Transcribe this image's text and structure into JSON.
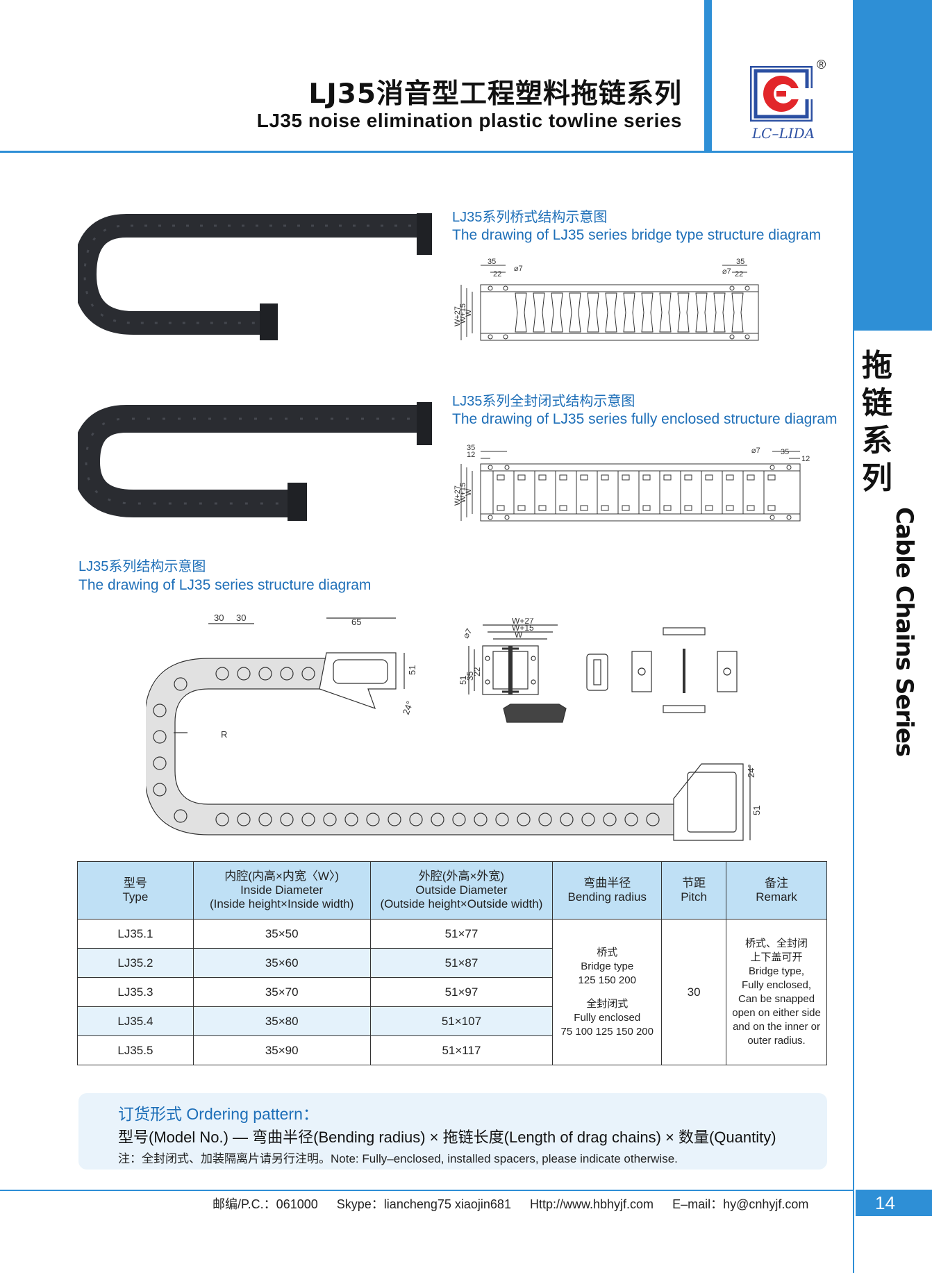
{
  "header": {
    "title_zh": "LJ35消音型工程塑料拖链系列",
    "title_en": "LJ35 noise elimination plastic towline series",
    "logo_text": "LC–LIDA",
    "registered": "®"
  },
  "side": {
    "zh_chars": [
      "拖",
      "链",
      "系",
      "列"
    ],
    "en": "Cable Chains Series"
  },
  "diagrams": {
    "bridge_zh": "LJ35系列桥式结构示意图",
    "bridge_en": "The drawing of LJ35 series bridge type structure diagram",
    "enclosed_zh": "LJ35系列全封闭式结构示意图",
    "enclosed_en": "The drawing of LJ35 series fully enclosed structure diagram",
    "structure_zh": "LJ35系列结构示意图",
    "structure_en": "The drawing of LJ35 series structure diagram",
    "dims": {
      "d35": "35",
      "d22": "22",
      "d12": "12",
      "phi7": "⌀7",
      "w27": "W+27",
      "w15": "W+15",
      "w": "W",
      "d30": "30",
      "d65": "65",
      "d51": "51",
      "a24": "24°",
      "r": "R"
    }
  },
  "table": {
    "headers": [
      {
        "zh": "型号",
        "en": "Type",
        "en2": ""
      },
      {
        "zh": "内腔(内高×内宽〈W〉)",
        "en": "Inside Diameter",
        "en2": "(Inside height×Inside width)"
      },
      {
        "zh": "外腔(外高×外宽)",
        "en": "Outside Diameter",
        "en2": "(Outside height×Outside width)"
      },
      {
        "zh": "弯曲半径",
        "en": "Bending radius",
        "en2": ""
      },
      {
        "zh": "节距",
        "en": "Pitch",
        "en2": ""
      },
      {
        "zh": "备注",
        "en": "Remark",
        "en2": ""
      }
    ],
    "rows": [
      {
        "type": "LJ35.1",
        "inside": "35×50",
        "outside": "51×77"
      },
      {
        "type": "LJ35.2",
        "inside": "35×60",
        "outside": "51×87"
      },
      {
        "type": "LJ35.3",
        "inside": "35×70",
        "outside": "51×97"
      },
      {
        "type": "LJ35.4",
        "inside": "35×80",
        "outside": "51×107"
      },
      {
        "type": "LJ35.5",
        "inside": "35×90",
        "outside": "51×117"
      }
    ],
    "bending": {
      "bridge_zh": "桥式",
      "bridge_en": "Bridge type",
      "bridge_vals": "125 150 200",
      "enclosed_zh": "全封闭式",
      "enclosed_en": "Fully enclosed",
      "enclosed_vals": "75 100 125 150 200"
    },
    "pitch": "30",
    "remark": [
      "桥式、全封闭",
      "上下盖可开",
      "Bridge type,",
      "Fully enclosed,",
      "Can be snapped",
      "open on either side",
      "and on the inner or",
      "outer radius."
    ]
  },
  "order": {
    "title": "订货形式 Ordering pattern：",
    "line": "型号(Model No.) — 弯曲半径(Bending radius) × 拖链长度(Length of drag chains) × 数量(Quantity)",
    "note": "注：全封闭式、加装隔离片请另行注明。Note: Fully–enclosed, installed spacers, please indicate otherwise."
  },
  "footer": {
    "pc": "邮编/P.C.：061000",
    "skype": "Skype：liancheng75  xiaojin681",
    "http": "Http://www.hbhyjf.com",
    "email": "E–mail：hy@cnhyjf.com",
    "page": "14"
  },
  "colors": {
    "accent": "#2e8fd6",
    "caption": "#1e6fb8",
    "header_bg": "#bfe0f5",
    "logo_red": "#e2262a",
    "logo_blue": "#2b4fa2"
  }
}
